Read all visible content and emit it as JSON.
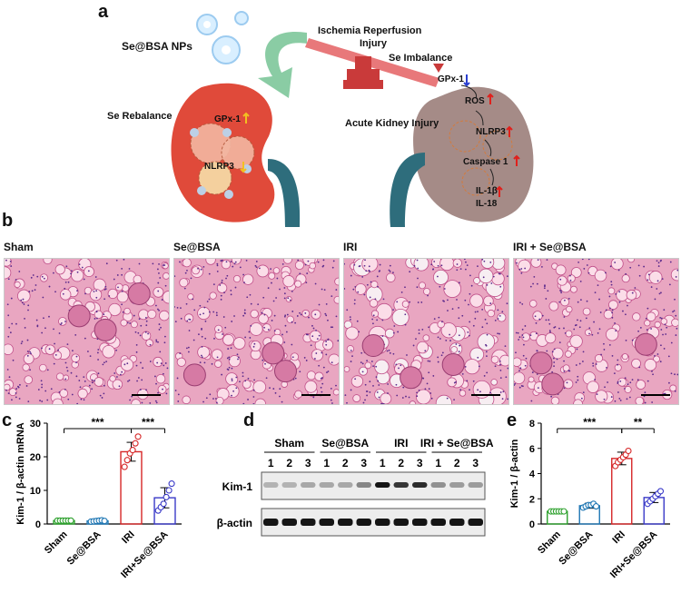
{
  "figure": {
    "panel_a": {
      "letter": "a",
      "np_label": "Se@BSA NPs",
      "iri_label_line1": "Ischemia Reperfusion",
      "iri_label_line2": "Injury",
      "imbalance_label": "Se Imbalance",
      "rebalance_label": "Se Rebalance",
      "aki_label": "Acute Kidney Injury",
      "healthy_gpx": "GPx-1",
      "healthy_nlrp3": "NLRP3",
      "cascade": [
        "GPx-1",
        "ROS",
        "NLRP3",
        "Caspase 1",
        "IL-1β",
        "IL-18"
      ],
      "colors": {
        "healthy_kidney": "#e04a3a",
        "injured_kidney": "#a58b87",
        "arrow_green": "#7dc79a",
        "balance_beam": "#e8787a",
        "up_arrow": "#e0201c",
        "down_arrow": "#2a3fd0",
        "yellow_arrow": "#f2c021"
      }
    },
    "panel_b": {
      "letter": "b",
      "groups": [
        "Sham",
        "Se@BSA",
        "IRI",
        "IRI + Se@BSA"
      ]
    },
    "panel_c": {
      "letter": "c",
      "chart_data": {
        "type": "bar",
        "ylabel": "Kim-1 / β-actin mRNA",
        "categories": [
          "Sham",
          "Se@BSA",
          "IRI",
          "IRI+Se@BSA"
        ],
        "values": [
          1.0,
          0.9,
          21.5,
          7.8
        ],
        "errors": [
          0.2,
          0.3,
          2.8,
          3.0
        ],
        "points": [
          [
            1,
            1,
            1,
            1,
            1,
            1
          ],
          [
            0.7,
            0.8,
            0.9,
            1.0,
            1.1,
            0.9
          ],
          [
            17,
            19,
            21,
            22,
            24,
            26
          ],
          [
            4,
            5,
            6,
            8,
            10,
            12
          ]
        ],
        "yticks": [
          "0",
          "10",
          "20",
          "30"
        ],
        "ylim": [
          0,
          30
        ],
        "colors": [
          "#2ca02c",
          "#1f77b4",
          "#d62728",
          "#3a3ac8"
        ],
        "significance": [
          {
            "from": 0,
            "to": 2,
            "label": "***"
          },
          {
            "from": 2,
            "to": 3,
            "label": "***"
          }
        ]
      }
    },
    "panel_d": {
      "letter": "d",
      "groups": [
        "Sham",
        "Se@BSA",
        "IRI",
        "IRI + Se@BSA"
      ],
      "lanes": [
        "1",
        "2",
        "3",
        "1",
        "2",
        "3",
        "1",
        "2",
        "3",
        "1",
        "2",
        "3"
      ],
      "rows": [
        "Kim-1",
        "β-actin"
      ],
      "kim1_intensity": [
        0.25,
        0.25,
        0.3,
        0.3,
        0.3,
        0.45,
        0.95,
        0.8,
        0.85,
        0.4,
        0.35,
        0.35
      ]
    },
    "panel_e": {
      "letter": "e",
      "chart_data": {
        "type": "bar",
        "ylabel": "Kim-1 / β-actin",
        "categories": [
          "Sham",
          "Se@BSA",
          "IRI",
          "IRI+Se@BSA"
        ],
        "values": [
          1.0,
          1.45,
          5.2,
          2.1
        ],
        "errors": [
          0.05,
          0.2,
          0.5,
          0.4
        ],
        "points": [
          [
            1,
            1,
            1,
            1,
            1,
            1
          ],
          [
            1.3,
            1.4,
            1.5,
            1.5,
            1.6,
            1.4
          ],
          [
            4.6,
            4.9,
            5.1,
            5.3,
            5.5,
            5.8
          ],
          [
            1.6,
            1.8,
            2.0,
            2.2,
            2.4,
            2.6
          ]
        ],
        "yticks": [
          "0",
          "2",
          "4",
          "6",
          "8"
        ],
        "ylim": [
          0,
          8
        ],
        "colors": [
          "#2ca02c",
          "#1f77b4",
          "#d62728",
          "#3a3ac8"
        ],
        "significance": [
          {
            "from": 0,
            "to": 2,
            "label": "***"
          },
          {
            "from": 2,
            "to": 3,
            "label": "**"
          }
        ]
      }
    }
  }
}
